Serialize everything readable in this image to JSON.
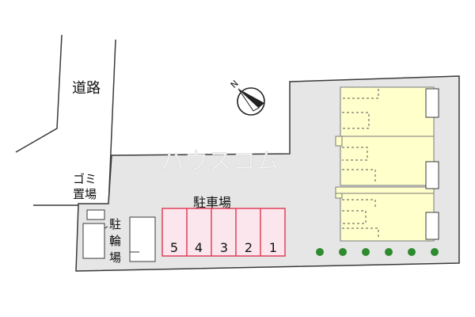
{
  "labels": {
    "road": "道路",
    "garbage_line1": "ゴミ",
    "garbage_line2": "置場",
    "bike_line1": "駐",
    "bike_line2": "輪",
    "bike_line3": "場",
    "parking": "駐車場"
  },
  "compass_letter": "N",
  "parking_spaces": [
    "5",
    "4",
    "3",
    "2",
    "1"
  ],
  "tree_count": 6,
  "colors": {
    "lot": "#e6e6e6",
    "outline": "#3a3a3a",
    "building": "#ffffcc",
    "parking_fill": "#fce6ee",
    "parking_line": "#e0405a",
    "tree": "#2e8b2e"
  },
  "watermark": "ハウスコム"
}
